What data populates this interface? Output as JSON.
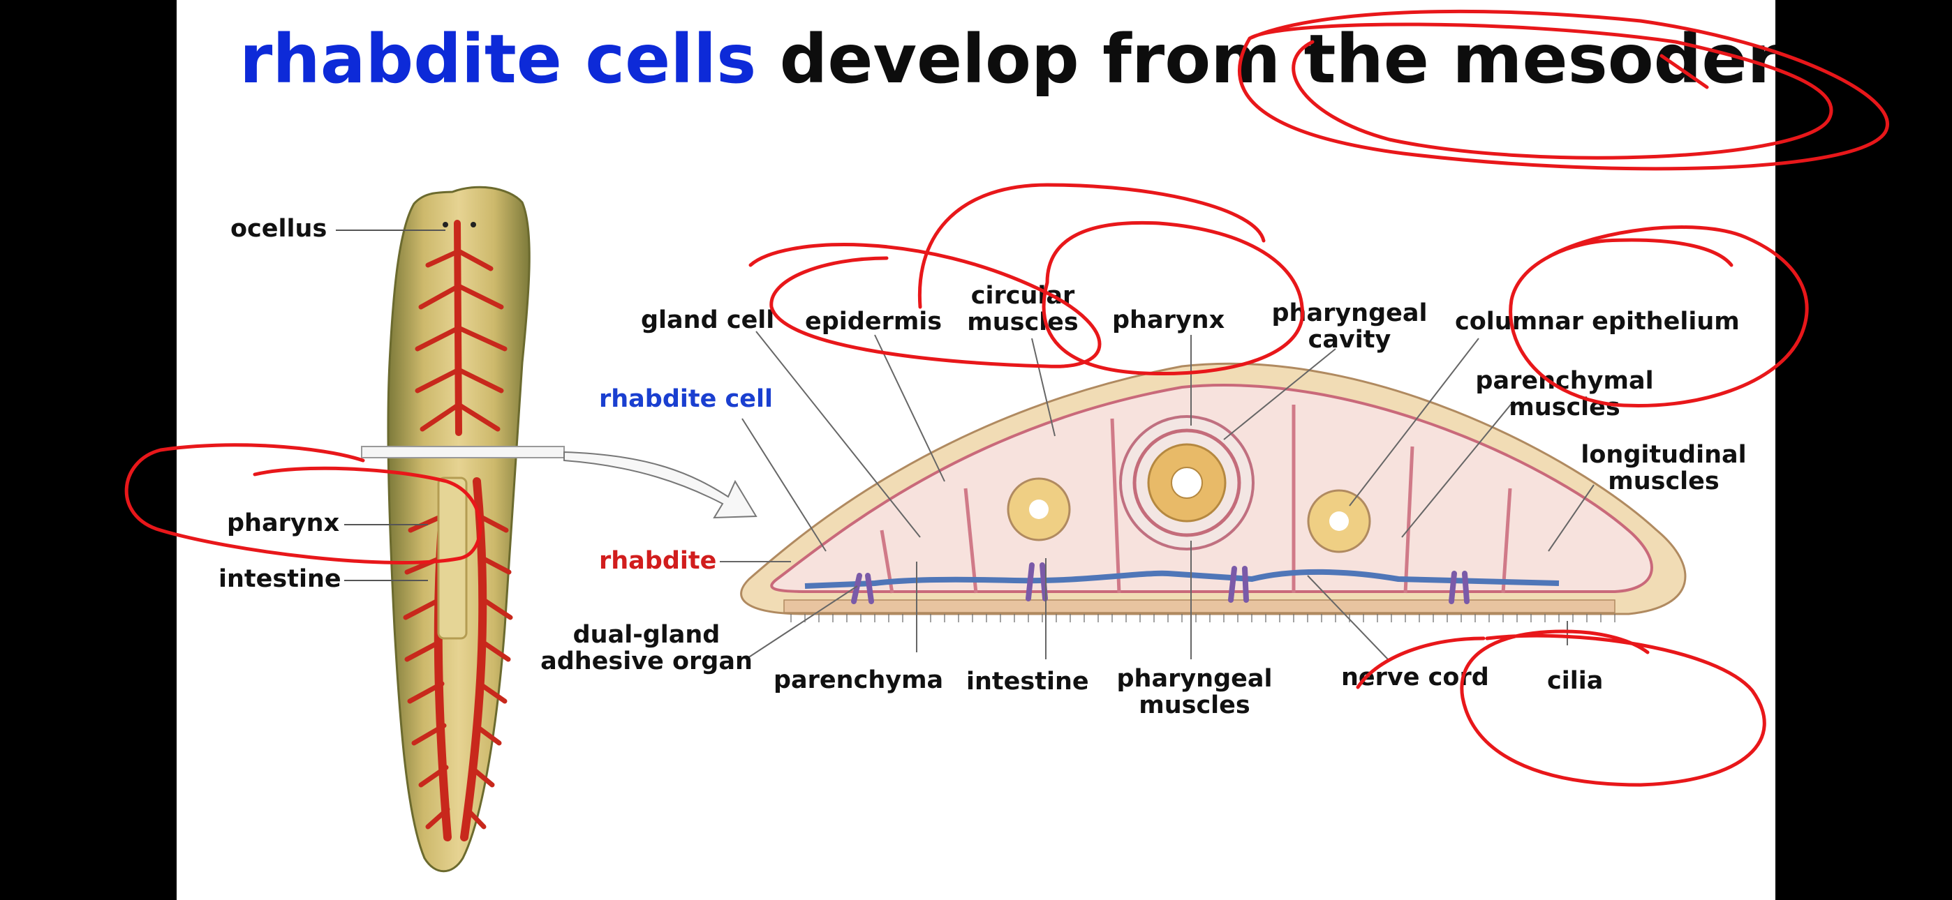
{
  "title": {
    "highlight": "rhabdite cells",
    "rest": "develop from the mesoderm"
  },
  "worm_labels": {
    "ocellus": "ocellus",
    "pharynx": "pharynx",
    "intestine": "intestine"
  },
  "section_labels": {
    "gland_cell": "gland cell",
    "epidermis": "epidermis",
    "circular_muscles_1": "circular",
    "circular_muscles_2": "muscles",
    "pharynx": "pharynx",
    "pharyngeal_cavity_1": "pharyngeal",
    "pharyngeal_cavity_2": "cavity",
    "columnar_epithelium": "columnar epithelium",
    "parenchymal_muscles_1": "parenchymal",
    "parenchymal_muscles_2": "muscles",
    "longitudinal_muscles_1": "longitudinal",
    "longitudinal_muscles_2": "muscles",
    "rhabdite_cell": "rhabdite cell",
    "rhabdite": "rhabdite",
    "dual_gland_1": "dual-gland",
    "dual_gland_2": "adhesive organ",
    "parenchyma": "parenchyma",
    "intestine": "intestine",
    "pharyngeal_muscles_1": "pharyngeal",
    "pharyngeal_muscles_2": "muscles",
    "nerve_cord": "nerve cord",
    "cilia": "cilia"
  },
  "colors": {
    "title_highlight": "#0d2ad8",
    "rhabdite_cell_label": "#1a3fd0",
    "rhabdite_label": "#d11d1d",
    "annotation_ink": "#e8171a",
    "worm_body": "#c9b56a",
    "worm_gut": "#c8281c"
  }
}
